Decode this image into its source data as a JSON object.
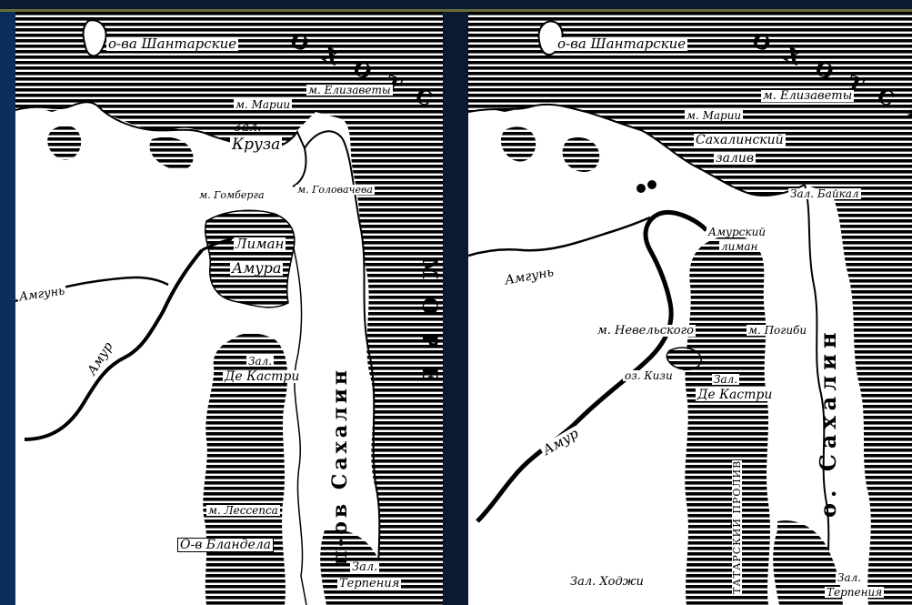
{
  "left_map": {
    "labels": {
      "shantar": "о-ва Шантарские",
      "sea_1": "О Х О Т С К О Е",
      "sea_2": "М О Р Е",
      "elizaveta": "м. Елизаветы",
      "mariya": "м. Марии",
      "zal": "Зал.",
      "kruza": "Круза",
      "gomberga": "м. Гомберга",
      "golovacheva": "м. Головачева",
      "liman": "Лиман",
      "amura": "Амура",
      "amgun": "Амгунь",
      "amur": "Амур",
      "peninsula": "п-ов  Сахалин",
      "zal_kastri_1": "Зал.",
      "zal_kastri_2": "Де Кастри",
      "lessepsa": "м. Лессепса",
      "blandela": "О-в Бландела",
      "zal_terp_1": "Зал.",
      "zal_terp_2": "Терпения"
    }
  },
  "right_map": {
    "labels": {
      "shantar": "о-ва Шантарские",
      "sea": "О Х О Т С К О Е",
      "elizaveta": "м. Елизаветы",
      "mariya": "м. Марии",
      "sakh_zaliv_1": "Сахалинский",
      "sakh_zaliv_2": "залив",
      "baikal": "Зал. Байкал",
      "amur_liman_1": "Амурский",
      "amur_liman_2": "лиман",
      "amgun": "Амгунь",
      "nevelskogo": "м. Невельского",
      "pogibi": "м. Погиби",
      "kizi": "оз. Кизи",
      "zal_kastri_1": "Зал.",
      "zal_kastri_2": "Де Кастри",
      "amur": "Амур",
      "island": "о. Сахалин",
      "strait": "ТАТАРСКИЙ ПРОЛИВ",
      "zal_hodzhi": "Зал. Ходжи",
      "zal_terp_1": "Зал.",
      "zal_terp_2": "Терпения"
    }
  }
}
